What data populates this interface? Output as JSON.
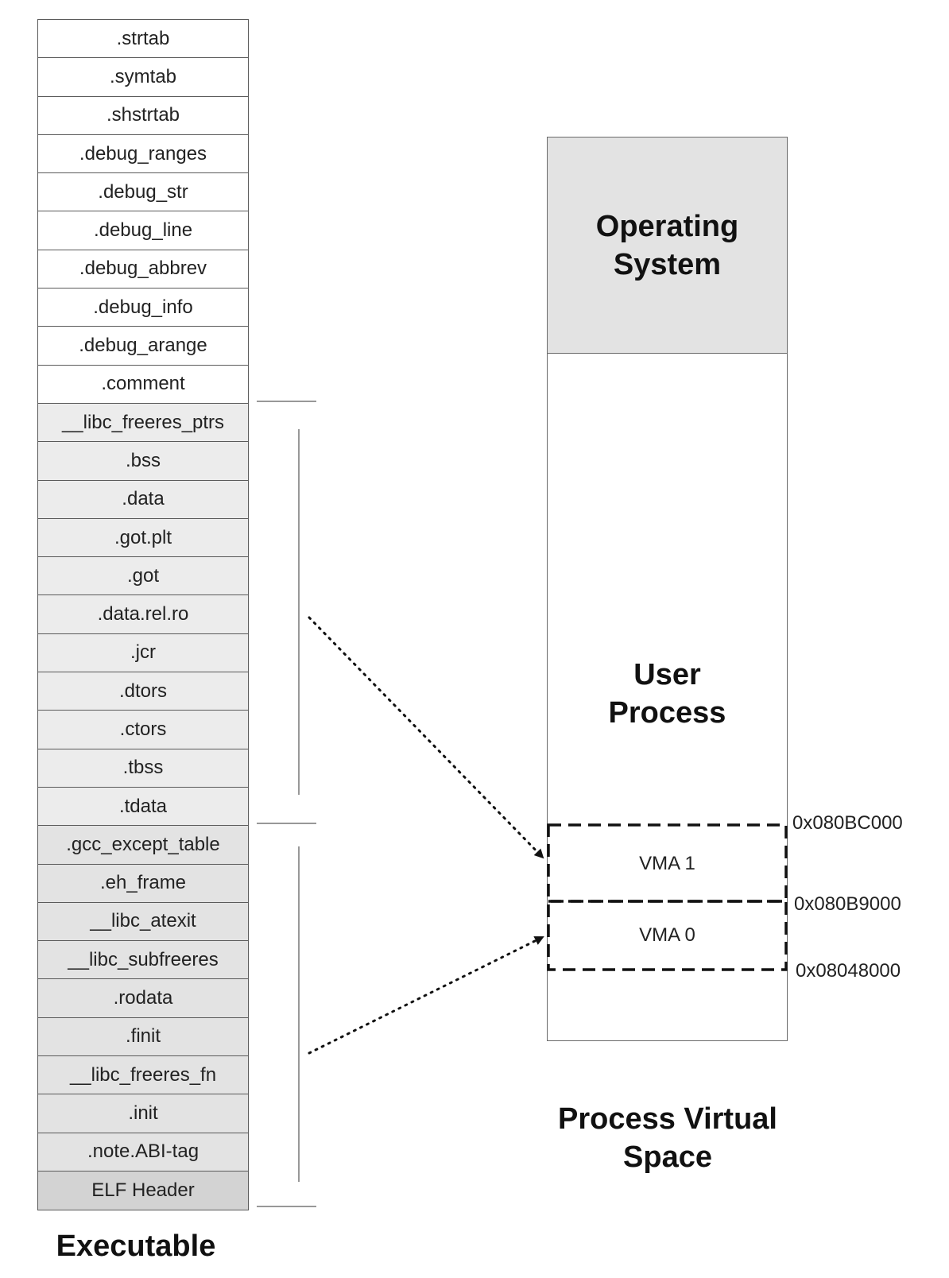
{
  "executable": {
    "caption": "Executable",
    "sections": [
      {
        "label": ".strtab",
        "tone": "white"
      },
      {
        "label": ".symtab",
        "tone": "white"
      },
      {
        "label": ".shstrtab",
        "tone": "white"
      },
      {
        "label": ".debug_ranges",
        "tone": "white"
      },
      {
        "label": ".debug_str",
        "tone": "white"
      },
      {
        "label": ".debug_line",
        "tone": "white"
      },
      {
        "label": ".debug_abbrev",
        "tone": "white"
      },
      {
        "label": ".debug_info",
        "tone": "white"
      },
      {
        "label": ".debug_arange",
        "tone": "white"
      },
      {
        "label": ".comment",
        "tone": "white"
      },
      {
        "label": "__libc_freeres_ptrs",
        "tone": "light"
      },
      {
        "label": ".bss",
        "tone": "light"
      },
      {
        "label": ".data",
        "tone": "light"
      },
      {
        "label": ".got.plt",
        "tone": "light"
      },
      {
        "label": ".got",
        "tone": "light"
      },
      {
        "label": ".data.rel.ro",
        "tone": "light"
      },
      {
        "label": ".jcr",
        "tone": "light"
      },
      {
        "label": ".dtors",
        "tone": "light"
      },
      {
        "label": ".ctors",
        "tone": "light"
      },
      {
        "label": ".tbss",
        "tone": "light"
      },
      {
        "label": ".tdata",
        "tone": "light"
      },
      {
        "label": ".gcc_except_table",
        "tone": "mid"
      },
      {
        "label": ".eh_frame",
        "tone": "mid"
      },
      {
        "label": "__libc_atexit",
        "tone": "mid"
      },
      {
        "label": "__libc_subfreeres",
        "tone": "mid"
      },
      {
        "label": ".rodata",
        "tone": "mid"
      },
      {
        "label": ".finit",
        "tone": "mid"
      },
      {
        "label": "__libc_freeres_fn",
        "tone": "mid"
      },
      {
        "label": ".init",
        "tone": "mid"
      },
      {
        "label": ".note.ABI-tag",
        "tone": "mid"
      },
      {
        "label": "ELF Header",
        "tone": "dark"
      }
    ]
  },
  "process_space": {
    "caption": "Process Virtual Space",
    "os_label": "Operating System",
    "user_label": "User Process",
    "vma1_label": "VMA 1",
    "vma0_label": "VMA 0",
    "addr_top": "0x080BC000",
    "addr_mid": "0x080B9000",
    "addr_bottom": "0x08048000"
  }
}
